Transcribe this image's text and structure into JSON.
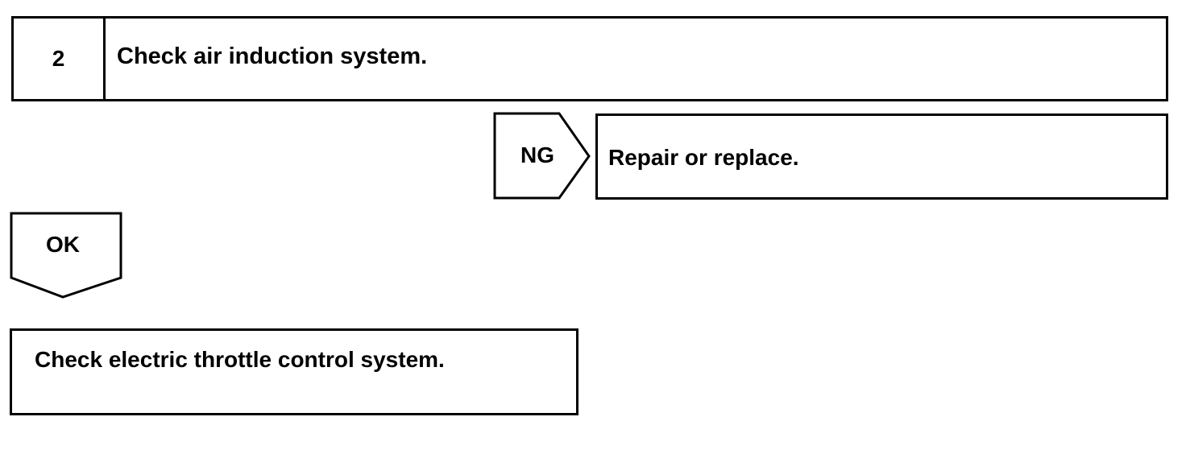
{
  "step": {
    "number": "2",
    "title": "Check air induction system."
  },
  "ng_branch": {
    "label": "NG",
    "result": "Repair or replace."
  },
  "ok_branch": {
    "label": "OK",
    "result": "Check electric throttle control system."
  }
}
